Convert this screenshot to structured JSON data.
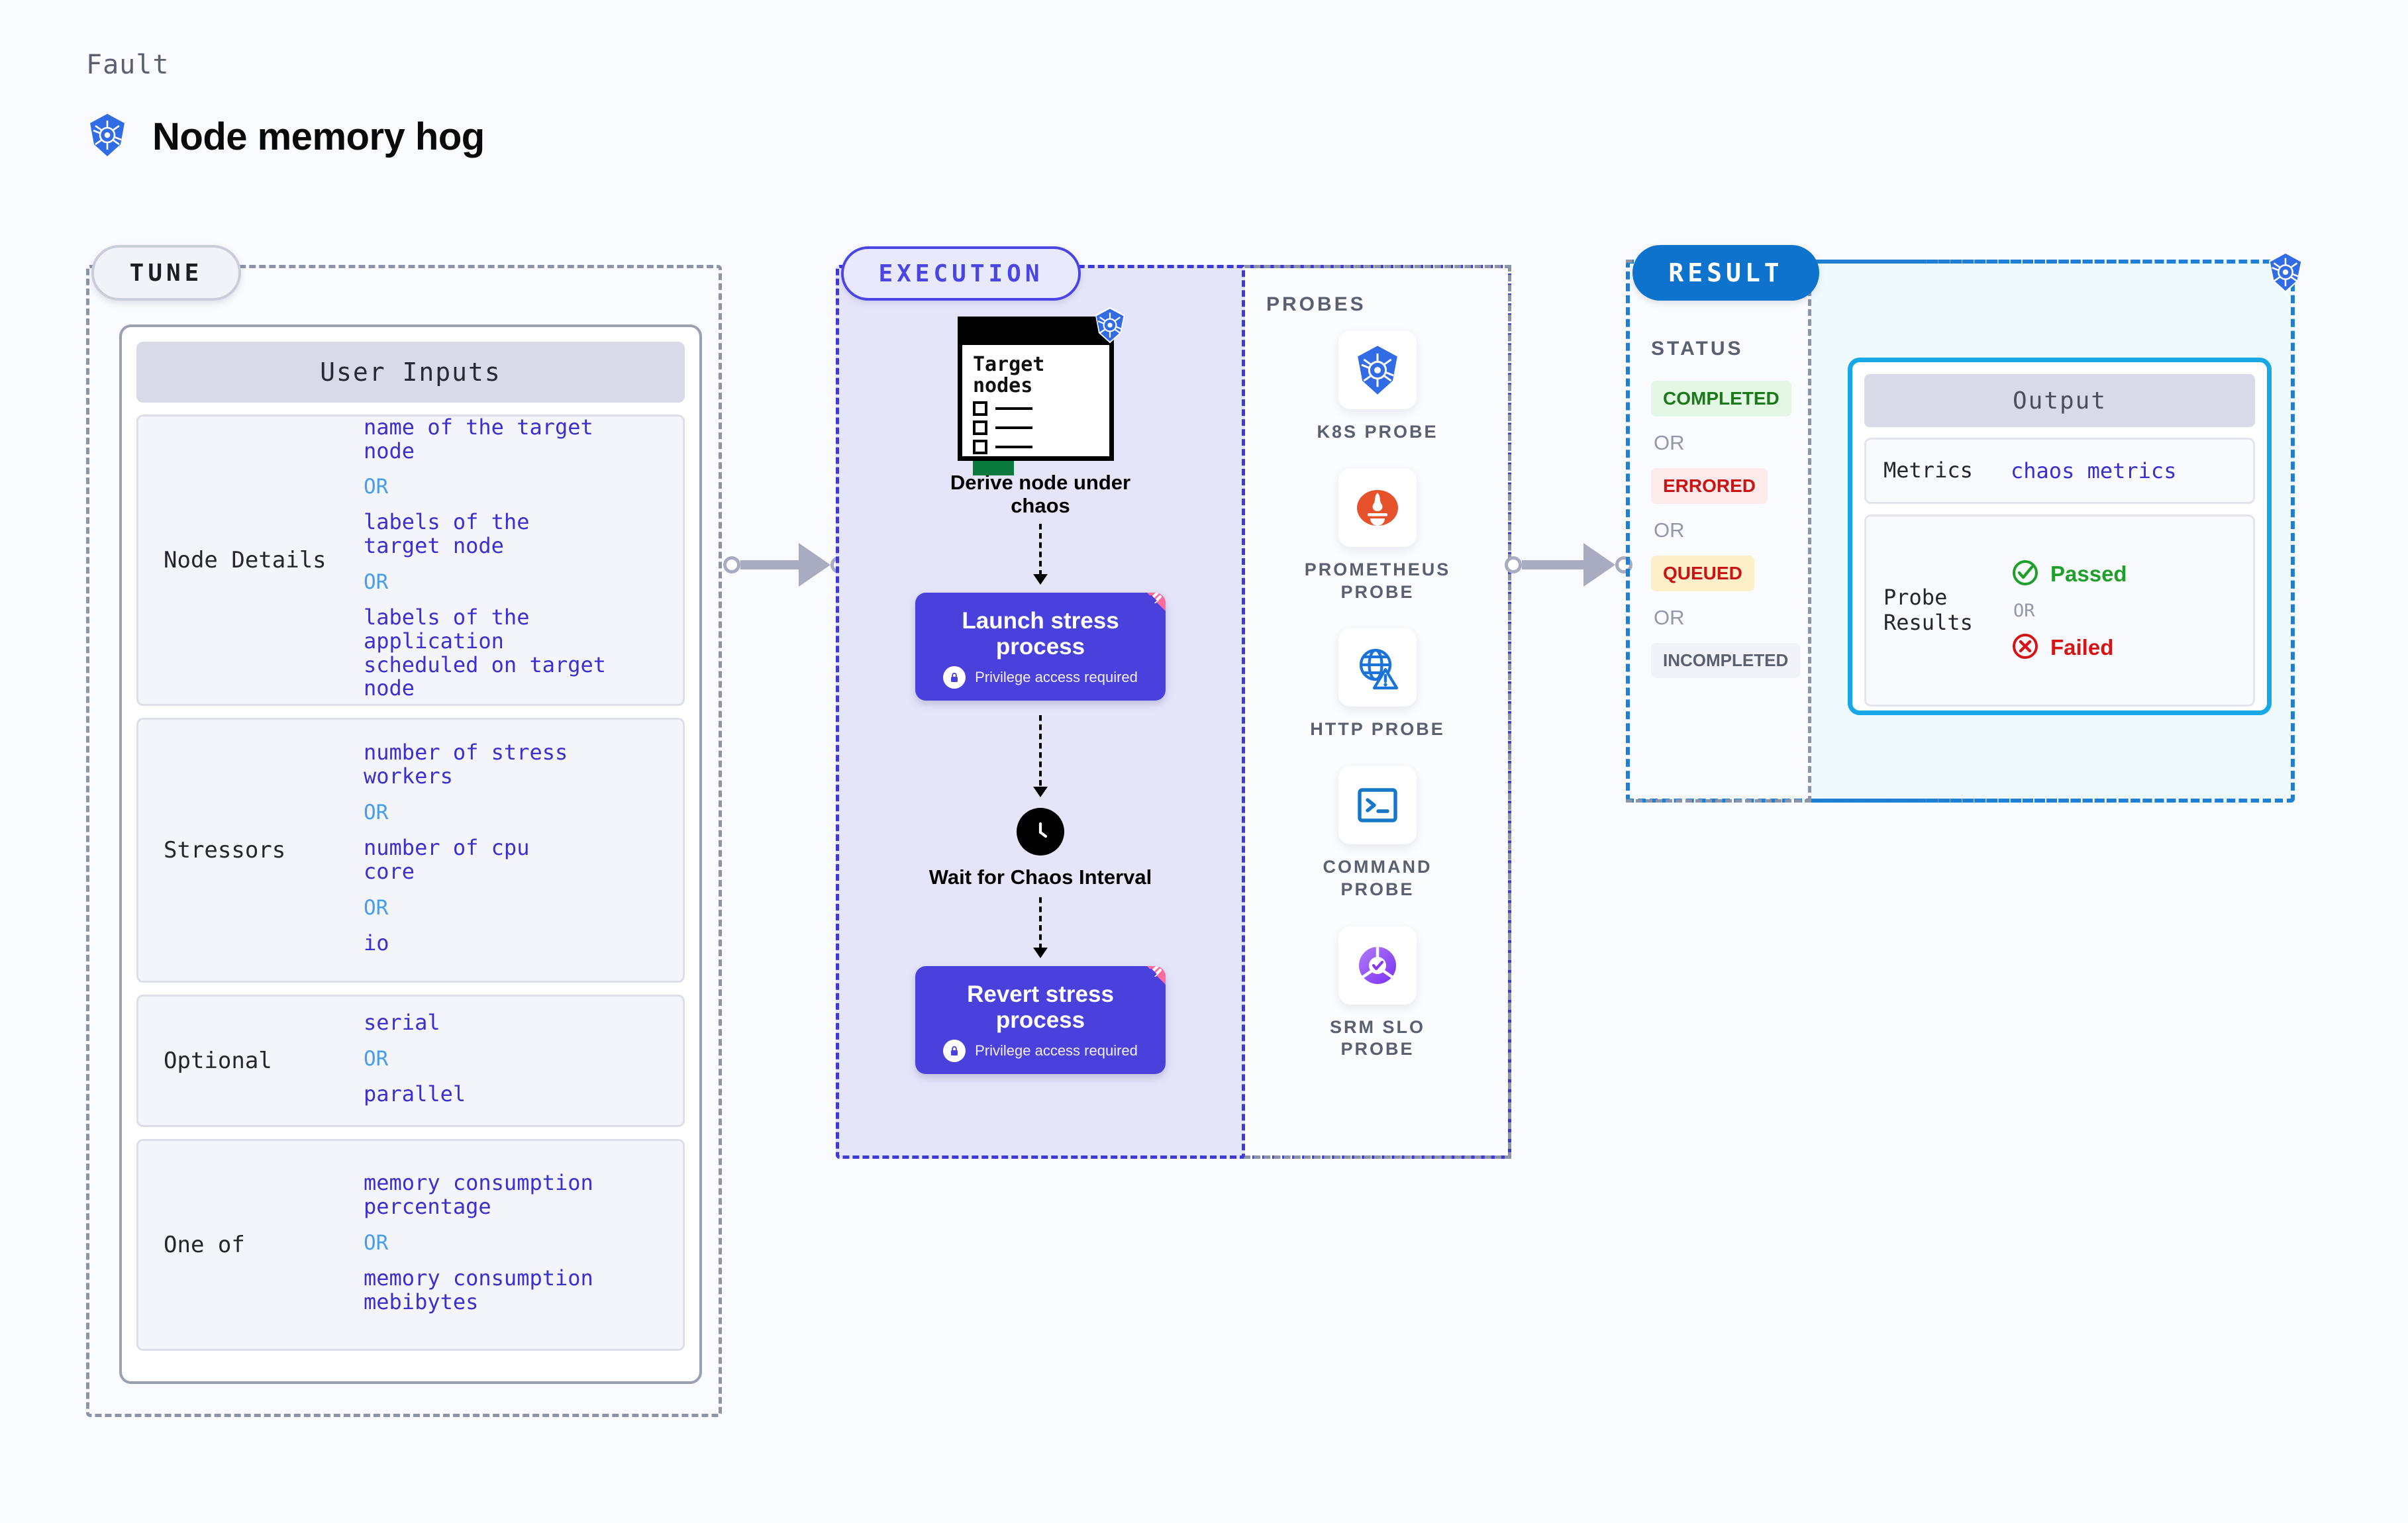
{
  "header": {
    "kicker": "Fault",
    "title": "Node memory hog",
    "icon": "kubernetes-icon"
  },
  "tune": {
    "pill_label": "TUNE",
    "card_title": "User Inputs",
    "rows": [
      {
        "label": "Node Details",
        "values": [
          "name of the target\nnode",
          "labels of the\ntarget node",
          "labels of the application\n scheduled on target node"
        ],
        "separator": "OR"
      },
      {
        "label": "Stressors",
        "values": [
          "number of stress\nworkers",
          "number of cpu\ncore",
          "io"
        ],
        "separator": "OR"
      },
      {
        "label": "Optional",
        "values": [
          "serial",
          "parallel"
        ],
        "separator": "OR"
      },
      {
        "label": "One of",
        "values": [
          "memory consumption\npercentage",
          "memory consumption\nmebibytes"
        ],
        "separator": "OR"
      }
    ]
  },
  "execution": {
    "pill_label": "EXECUTION",
    "node_card": {
      "title": "Target\nnodes",
      "icon": "kubernetes-icon"
    },
    "steps": [
      {
        "label": "Derive node under\nchaos"
      },
      {
        "label": "Launch stress\nprocess",
        "privilege": "Privilege access required",
        "icon": "lock-icon",
        "corner_icon": "harness-icon"
      },
      {
        "label": "Wait for Chaos\nInterval",
        "icon": "clock-icon"
      },
      {
        "label": "Revert stress\nprocess",
        "privilege": "Privilege access required",
        "icon": "lock-icon",
        "corner_icon": "harness-icon"
      }
    ]
  },
  "probes": {
    "title": "PROBES",
    "items": [
      {
        "label": "K8S PROBE",
        "icon": "kubernetes-icon"
      },
      {
        "label": "PROMETHEUS\nPROBE",
        "icon": "prometheus-icon"
      },
      {
        "label": "HTTP PROBE",
        "icon": "globe-warning-icon"
      },
      {
        "label": "COMMAND\nPROBE",
        "icon": "terminal-icon"
      },
      {
        "label": "SRM SLO\nPROBE",
        "icon": "slo-gauge-icon"
      }
    ]
  },
  "result": {
    "pill_label": "RESULT",
    "status_title": "STATUS",
    "separator": "OR",
    "statuses": [
      {
        "label": "COMPLETED",
        "color": "#1a7a1a",
        "bg": "#e4f7e4"
      },
      {
        "label": "ERRORED",
        "color": "#c81414",
        "bg": "#fdeaea"
      },
      {
        "label": "QUEUED",
        "color": "#c81414",
        "bg": "#fdf0c9"
      },
      {
        "label": "INCOMPLETED",
        "color": "#5a6070",
        "bg": "#f2f3f8"
      }
    ],
    "corner_icon": "kubernetes-icon",
    "output": {
      "title": "Output",
      "metrics_label": "Metrics",
      "metrics_value": "chaos metrics",
      "probe_results_label": "Probe\nResults",
      "passed_label": "Passed",
      "failed_label": "Failed",
      "separator": "OR",
      "passed_color": "#1ea02a",
      "failed_color": "#d61414",
      "passed_icon": "check-circle-icon",
      "failed_icon": "x-circle-icon"
    }
  },
  "connectors": [
    {
      "name": "tune-to-execution"
    },
    {
      "name": "execution-to-result"
    }
  ]
}
